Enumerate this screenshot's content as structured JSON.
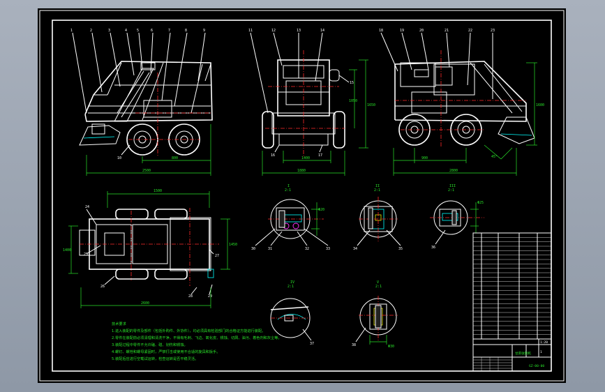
{
  "views": {
    "front": {
      "callouts": [
        "1",
        "2",
        "3",
        "4",
        "5",
        "6",
        "7",
        "8",
        "9"
      ],
      "bottom_callout": "10",
      "dims": {
        "sub": "800",
        "total": "2500"
      }
    },
    "end": {
      "callouts": [
        "11",
        "12",
        "13",
        "14"
      ],
      "right_callout": "15",
      "bottom_callouts": [
        "16",
        "17"
      ],
      "dims": {
        "sub": "1400",
        "total": "1880",
        "height": "1650",
        "upper": "1050"
      }
    },
    "rear": {
      "callouts": [
        "18",
        "19",
        "20",
        "21",
        "22",
        "23"
      ],
      "dims": {
        "sub": "900",
        "total": "2800",
        "height": "1600",
        "angle": "45°"
      }
    },
    "plan": {
      "callouts": [
        "24",
        "25",
        "26",
        "27",
        "28",
        "29"
      ],
      "dims": {
        "top": "1500",
        "bottom": "2600",
        "left": "1400",
        "right": "1450"
      }
    }
  },
  "sections": [
    {
      "id": "sec-1",
      "title": "I",
      "scale": "2:1",
      "dim": "Φ20",
      "callouts": [
        "30",
        "31",
        "32",
        "33"
      ]
    },
    {
      "id": "sec-2",
      "title": "II",
      "scale": "2:1",
      "callouts": [
        "34",
        "35"
      ]
    },
    {
      "id": "sec-3",
      "title": "III",
      "scale": "2:1",
      "dim": "Φ25",
      "callouts": [
        "36"
      ]
    },
    {
      "id": "sec-4",
      "title": "IV",
      "scale": "2:1",
      "callouts": [
        "37"
      ]
    },
    {
      "id": "sec-5",
      "title": "V",
      "scale": "2:1",
      "dim": "Φ30",
      "callouts": [
        "38"
      ]
    }
  ],
  "notes": {
    "title": "技术要求",
    "lines": [
      "1.进入装配的零件及部件（包括外购件、外协件），均必须具有检验部门的合格证方能进行装配。",
      "2.零件在装配前必须清理和清洗干净，不得有毛刺、飞边、氧化皮、锈蚀、切屑、油污、着色剂和灰尘等。",
      "3.装配过程中零件不允许磕、碰、划伤和锈蚀。",
      "4.螺钉、螺栓和螺母紧固时，严禁打击或使用不合适的旋具和扳手。",
      "5.装配后应进行空载试运转，检查运转是否平稳灵活。"
    ]
  },
  "title_block": {
    "name": "甘蔗收割机",
    "drawing_no": "GZ-00-00",
    "scale": "1:20",
    "sheet": "1",
    "rows": 24
  },
  "colors": {
    "sheet": "#000000",
    "line": "#ffffff",
    "hidden": "#00ffff",
    "center": "#ff2a2a",
    "dimension": "#29e329"
  }
}
